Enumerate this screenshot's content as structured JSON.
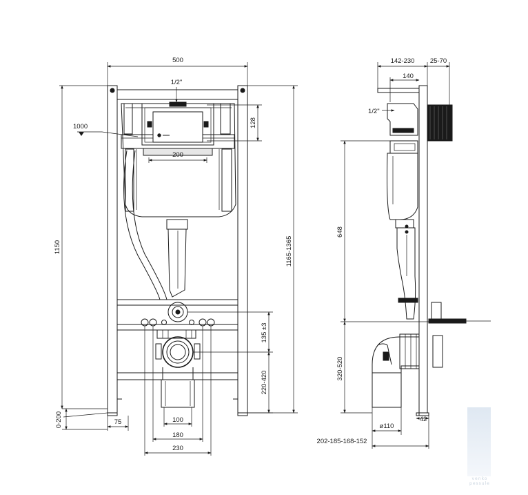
{
  "front_view": {
    "width_total": "500",
    "inlet_size": "1/2\"",
    "level_1000": "1000",
    "module_height": "128",
    "module_width": "200",
    "height_total": "1150",
    "height_adjustable": "1165-1365",
    "height_135": "135 ±3",
    "height_220_420": "220-420",
    "feet_0_200": "0-200",
    "foot_75": "75",
    "spacing_100": "100",
    "spacing_180": "180",
    "spacing_230": "230"
  },
  "side_view": {
    "depth_142_230": "142-230",
    "depth_25_70": "25-70",
    "depth_140": "140",
    "inlet_size": "1/2\"",
    "height_648": "648",
    "height_320_520": "320-520",
    "pipe_diameter": "ø110",
    "depth_42": "42",
    "depth_series": "202-185-168-152"
  },
  "watermark": {
    "text": "venko pessule"
  }
}
